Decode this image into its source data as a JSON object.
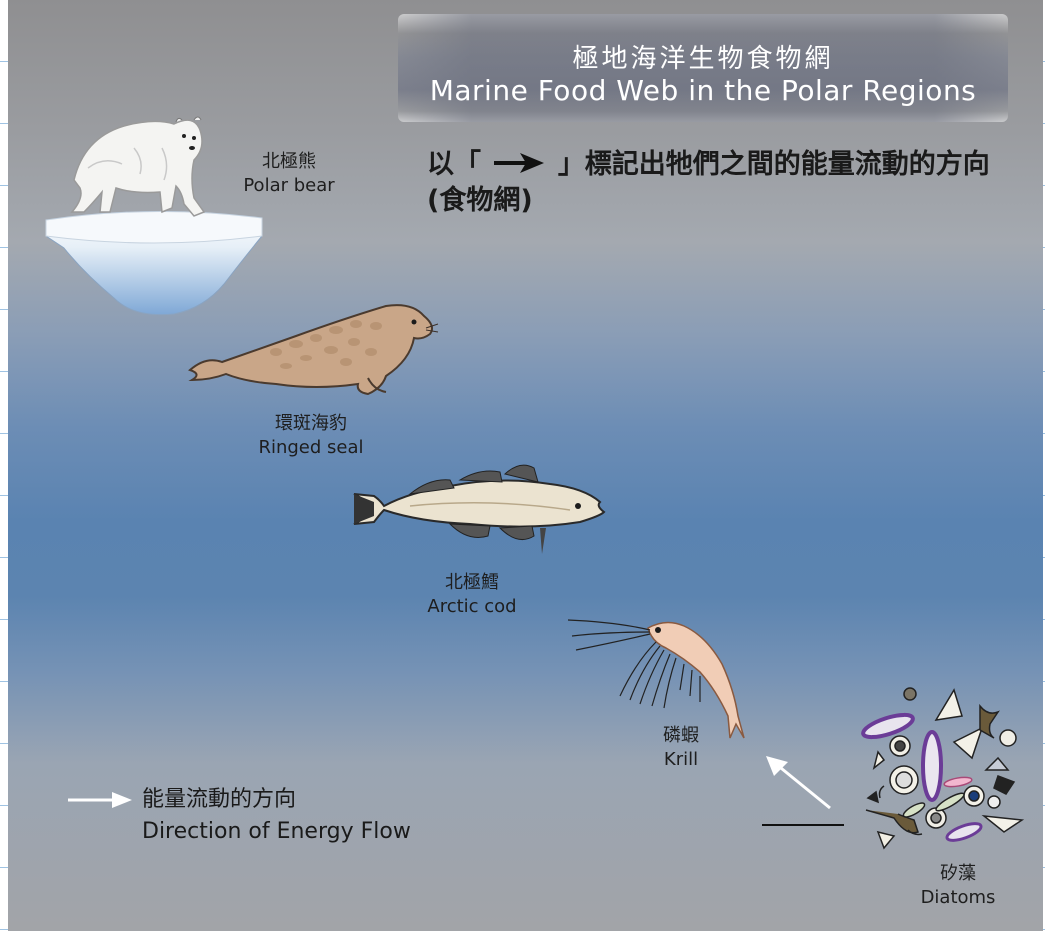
{
  "title": {
    "zh": "極地海洋生物食物網",
    "en": "Marine Food Web in the Polar Regions"
  },
  "instruction": {
    "line1_before": "以「",
    "line1_after": "」標記出牠們之間的能量流動的方向",
    "line2": "(食物網)"
  },
  "organisms": [
    {
      "zh": "北極熊",
      "en": "Polar bear",
      "icon": "polar-bear-icon"
    },
    {
      "zh": "環斑海豹",
      "en": "Ringed seal",
      "icon": "ringed-seal-icon"
    },
    {
      "zh": "北極鱈",
      "en": "Arctic cod",
      "icon": "arctic-cod-icon"
    },
    {
      "zh": "磷蝦",
      "en": "Krill",
      "icon": "krill-icon"
    },
    {
      "zh": "矽藻",
      "en": "Diatoms",
      "icon": "diatoms-icon"
    }
  ],
  "legend": {
    "zh": "能量流動的方向",
    "en": "Direction of Energy Flow",
    "icon": "arrow-right-icon"
  },
  "colors": {
    "background_top": "#8f8f91",
    "background_mid": "#5a83b1",
    "background_bottom": "#a2a4a8",
    "grid_line": "#9fc3e3",
    "title_text": "#ffffff",
    "body_text": "#1a1a1a"
  }
}
